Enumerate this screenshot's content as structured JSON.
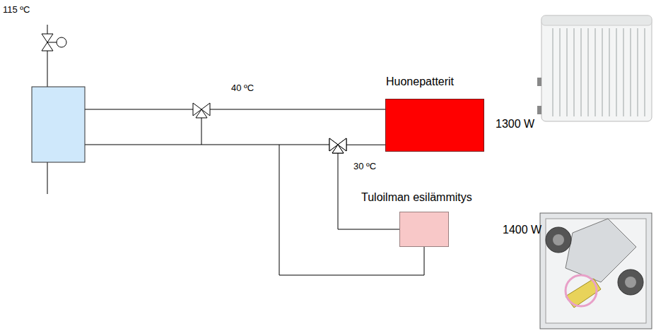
{
  "diagram": {
    "nodes": [
      {
        "text": [
          "Huonepatterit",
          "1300 W"
        ]
      },
      {
        "text": [
          "Tuloilman esilämmitys",
          "1400 W"
        ]
      }
    ],
    "edges": [
      {
        "from": 0,
        "to": 1,
        "arrow": "none"
      }
    ],
    "labels": [
      "115 ºC",
      "40 ºC",
      "30 ºC"
    ]
  }
}
